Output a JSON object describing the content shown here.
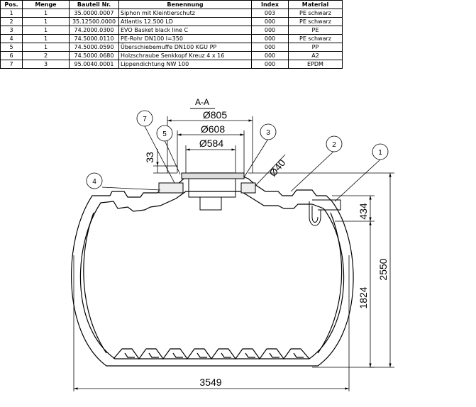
{
  "table": {
    "headers": [
      "Pos.",
      "Menge",
      "Bauteil Nr.",
      "Benennung",
      "Index",
      "Material"
    ],
    "rows": [
      [
        "1",
        "1",
        "35.0000.0007",
        "Siphon mit Kleintierschutz",
        "003",
        "PE schwarz"
      ],
      [
        "2",
        "1",
        "35.12500.0000",
        "Atlantis 12.500 LD",
        "000",
        "PE schwarz"
      ],
      [
        "3",
        "1",
        "74.2000.0300",
        "EVO Basket black line C",
        "000",
        "PE"
      ],
      [
        "4",
        "1",
        "74.5000.0110",
        "PE-Rohr DN100 l=350",
        "000",
        "PE schwarz"
      ],
      [
        "5",
        "1",
        "74.5000.0590",
        "Überschiebemuffe DN100 KGU PP",
        "000",
        "PP"
      ],
      [
        "6",
        "2",
        "74.5000.0680",
        "Holzschraube Senkkopf Kreuz 4 x 16",
        "000",
        "A2"
      ],
      [
        "7",
        "3",
        "95.0040.0001",
        "Lippendichtung NW 100",
        "000",
        "EPDM"
      ]
    ]
  },
  "drawing": {
    "section_label": "A-A",
    "dims": {
      "d805": "Ø805",
      "d608": "Ø608",
      "d584": "Ø584",
      "d40": "Ø40",
      "h33": "33",
      "h434": "434",
      "h1824": "1824",
      "h2550": "2550",
      "w3549": "3549"
    },
    "balloons": [
      "1",
      "2",
      "3",
      "4",
      "5",
      "7"
    ]
  }
}
